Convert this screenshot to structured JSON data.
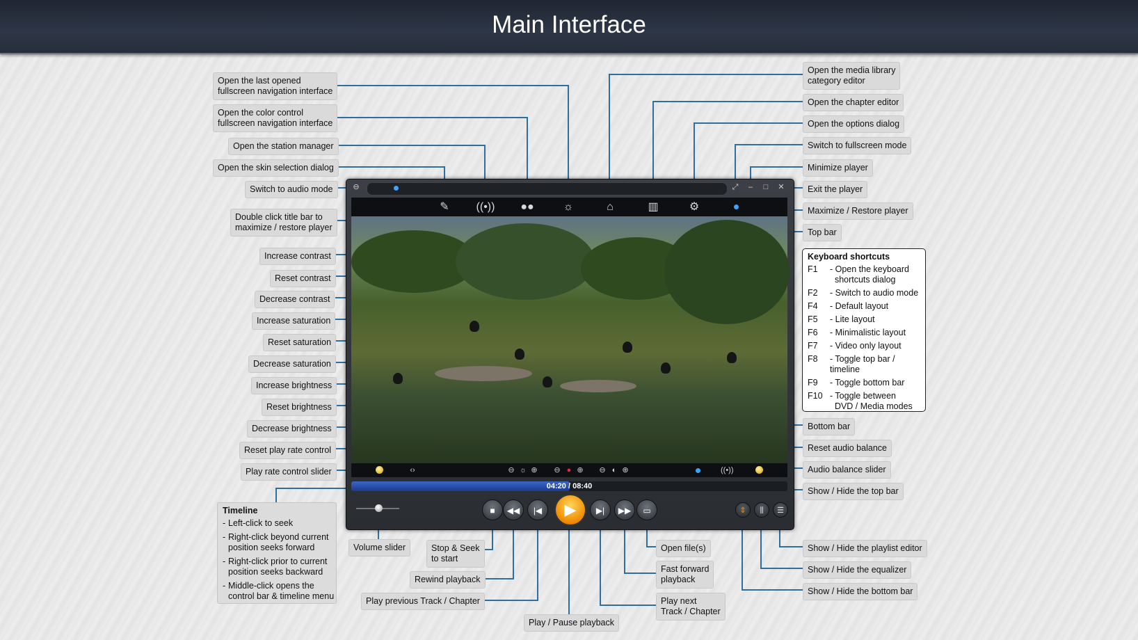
{
  "header": {
    "title": "Main Interface"
  },
  "player": {
    "time_display": "04:20 / 08:40",
    "timeline_progress": 0.5
  },
  "labels": {
    "last_fullscreen_nav": "Open the last opened\nfullscreen navigation interface",
    "color_fullscreen_nav": "Open the color control\nfullscreen navigation interface",
    "station_manager": "Open the station manager",
    "skin_dialog": "Open the skin selection dialog",
    "audio_mode": "Switch to audio mode",
    "title_bar_dblclick": "Double click title bar to\nmaximize / restore player",
    "increase_contrast": "Increase contrast",
    "reset_contrast": "Reset contrast",
    "decrease_contrast": "Decrease contrast",
    "increase_saturation": "Increase saturation",
    "reset_saturation": "Reset saturation",
    "decrease_saturation": "Decrease saturation",
    "increase_brightness": "Increase brightness",
    "reset_brightness": "Reset brightness",
    "decrease_brightness": "Decrease brightness",
    "reset_play_rate": "Reset play rate control",
    "play_rate_slider": "Play rate control slider",
    "volume_slider": "Volume slider",
    "stop_seek": "Stop & Seek\nto start",
    "rewind": "Rewind playback",
    "play_previous": "Play previous Track / Chapter",
    "play_pause": "Play / Pause playback",
    "open_files": "Open file(s)",
    "fast_forward": "Fast forward\nplayback",
    "play_next": "Play next\nTrack / Chapter",
    "media_library": "Open the media library\ncategory editor",
    "chapter_editor": "Open the chapter editor",
    "options_dialog": "Open the options dialog",
    "fullscreen_mode": "Switch to fullscreen mode",
    "minimize": "Minimize player",
    "exit": "Exit the player",
    "maximize_restore": "Maximize / Restore player",
    "top_bar": "Top bar",
    "bottom_bar": "Bottom bar",
    "reset_audio_balance": "Reset audio balance",
    "audio_balance_slider": "Audio balance slider",
    "toggle_top_bar": "Show / Hide the top bar",
    "toggle_playlist": "Show / Hide the playlist editor",
    "toggle_equalizer": "Show / Hide the equalizer",
    "toggle_bottom_bar": "Show / Hide the bottom bar"
  },
  "timeline_box": {
    "title": "Timeline",
    "items": [
      "Left-click to seek",
      "Right-click beyond current\nposition seeks forward",
      "Right-click prior to current\nposition seeks backward",
      "Middle-click opens the\ncontrol bar & timeline menu"
    ]
  },
  "keyboard": {
    "title": "Keyboard shortcuts",
    "items": [
      {
        "key": "F1",
        "desc": "- Open the keyboard\n  shortcuts dialog"
      },
      {
        "key": "F2",
        "desc": "- Switch to audio mode"
      },
      {
        "key": "F4",
        "desc": "- Default layout"
      },
      {
        "key": "F5",
        "desc": "- Lite layout"
      },
      {
        "key": "F6",
        "desc": "- Minimalistic layout"
      },
      {
        "key": "F7",
        "desc": "- Video only layout"
      },
      {
        "key": "F8",
        "desc": "- Toggle top bar / timeline"
      },
      {
        "key": "F9",
        "desc": "- Toggle bottom bar"
      },
      {
        "key": "F10",
        "desc": "- Toggle between\n  DVD / Media modes"
      }
    ]
  },
  "colors": {
    "line": "#2f6f9f",
    "accent": "#f08a00",
    "timeline": "#3a66c9"
  },
  "icons": [
    "brush-icon",
    "broadcast-icon",
    "color-circles-icon",
    "brightness-icon",
    "library-icon",
    "book-icon",
    "gear-icon",
    "fullscreen-icon",
    "minimize-icon",
    "maximize-icon",
    "close-icon",
    "stop-icon",
    "rewind-icon",
    "previous-icon",
    "play-icon",
    "next-icon",
    "fast-forward-icon",
    "eject-icon",
    "equalizer-icon",
    "playlist-icon",
    "toggle-bars-icon"
  ]
}
